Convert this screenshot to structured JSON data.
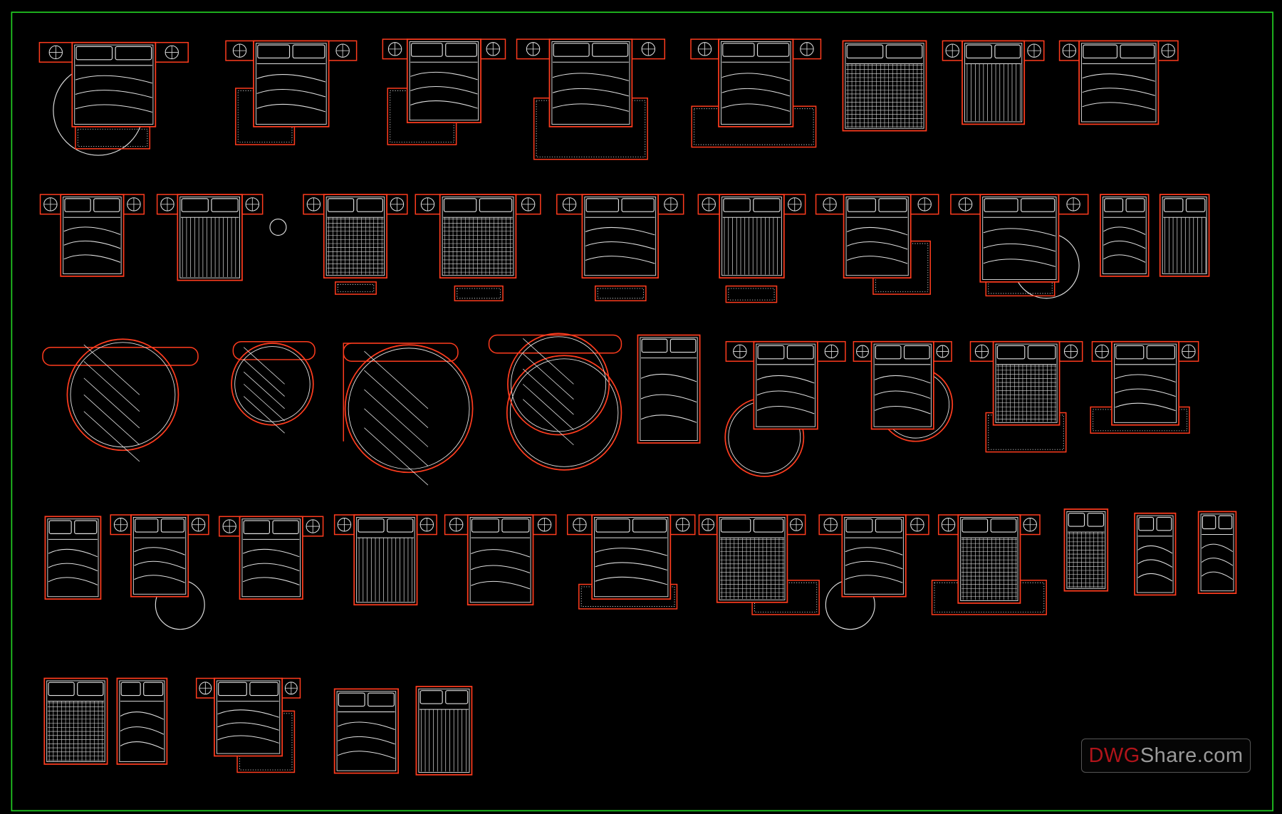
{
  "drawing": {
    "background_color": "#000000",
    "frame_color": "#22cc22",
    "block_outline_color": "#ff3c1e",
    "linework_color": "#e0e0e0",
    "block_count": 44
  },
  "watermark": {
    "part1": "DWG",
    "part2": "Share.com",
    "part1_color": "#b0141a",
    "part2_color": "#9a9a9a"
  }
}
